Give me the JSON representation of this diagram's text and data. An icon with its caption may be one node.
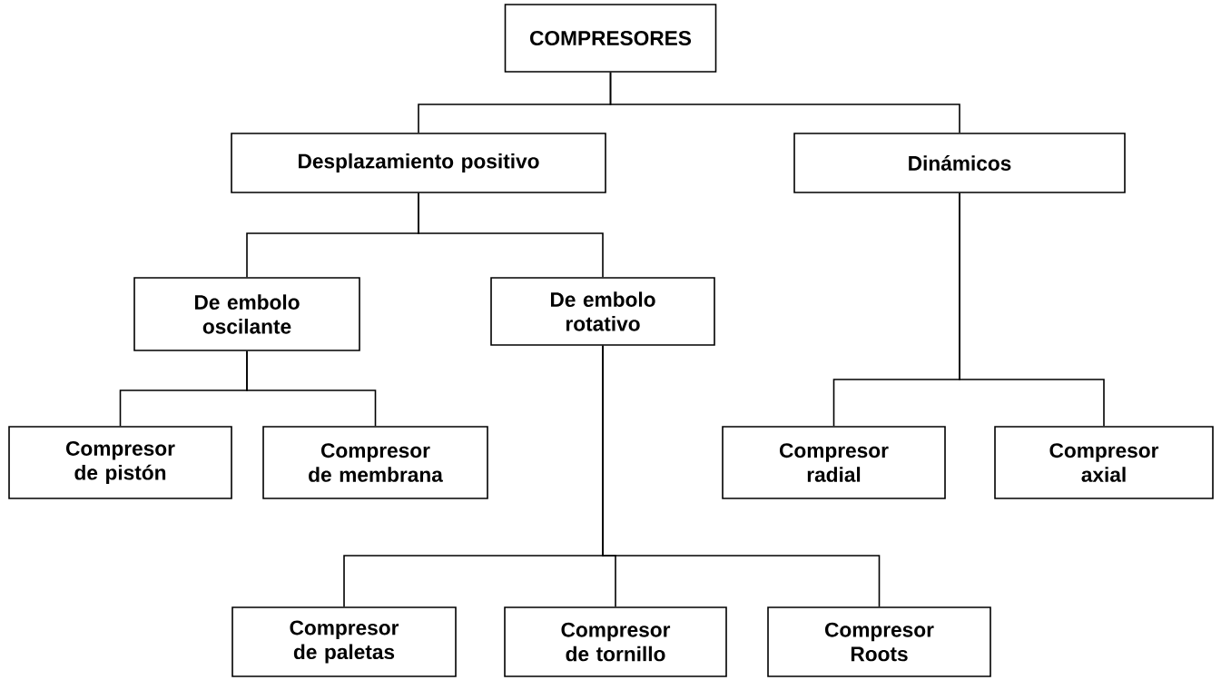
{
  "diagram": {
    "nodes": [
      {
        "text": [
          "COMPRESORES"
        ]
      },
      {
        "text": [
          "Desplazamiento positivo"
        ]
      },
      {
        "text": [
          "Dinámicos"
        ]
      },
      {
        "text": [
          "De embolo oscilante"
        ]
      },
      {
        "text": [
          "De embolo rotativo"
        ]
      },
      {
        "text": [
          "Compresor de pistón"
        ]
      },
      {
        "text": [
          "Compresor de membrana"
        ]
      },
      {
        "text": [
          "Compresor radial"
        ]
      },
      {
        "text": [
          "Compresor axial"
        ]
      },
      {
        "text": [
          "Compresor de paletas"
        ]
      },
      {
        "text": [
          "Compresor de tornillo"
        ]
      },
      {
        "text": [
          "Compresor Roots"
        ]
      }
    ],
    "edges": [
      {
        "from": 0,
        "to": 1,
        "arrow": "none"
      },
      {
        "from": 0,
        "to": 2,
        "arrow": "none"
      },
      {
        "from": 1,
        "to": 3,
        "arrow": "none"
      },
      {
        "from": 1,
        "to": 4,
        "arrow": "none"
      },
      {
        "from": 3,
        "to": 5,
        "arrow": "none"
      },
      {
        "from": 3,
        "to": 6,
        "arrow": "none"
      },
      {
        "from": 2,
        "to": 7,
        "arrow": "none"
      },
      {
        "from": 2,
        "to": 8,
        "arrow": "none"
      },
      {
        "from": 4,
        "to": 9,
        "arrow": "none"
      },
      {
        "from": 4,
        "to": 10,
        "arrow": "none"
      },
      {
        "from": 4,
        "to": 11,
        "arrow": "none"
      }
    ]
  }
}
